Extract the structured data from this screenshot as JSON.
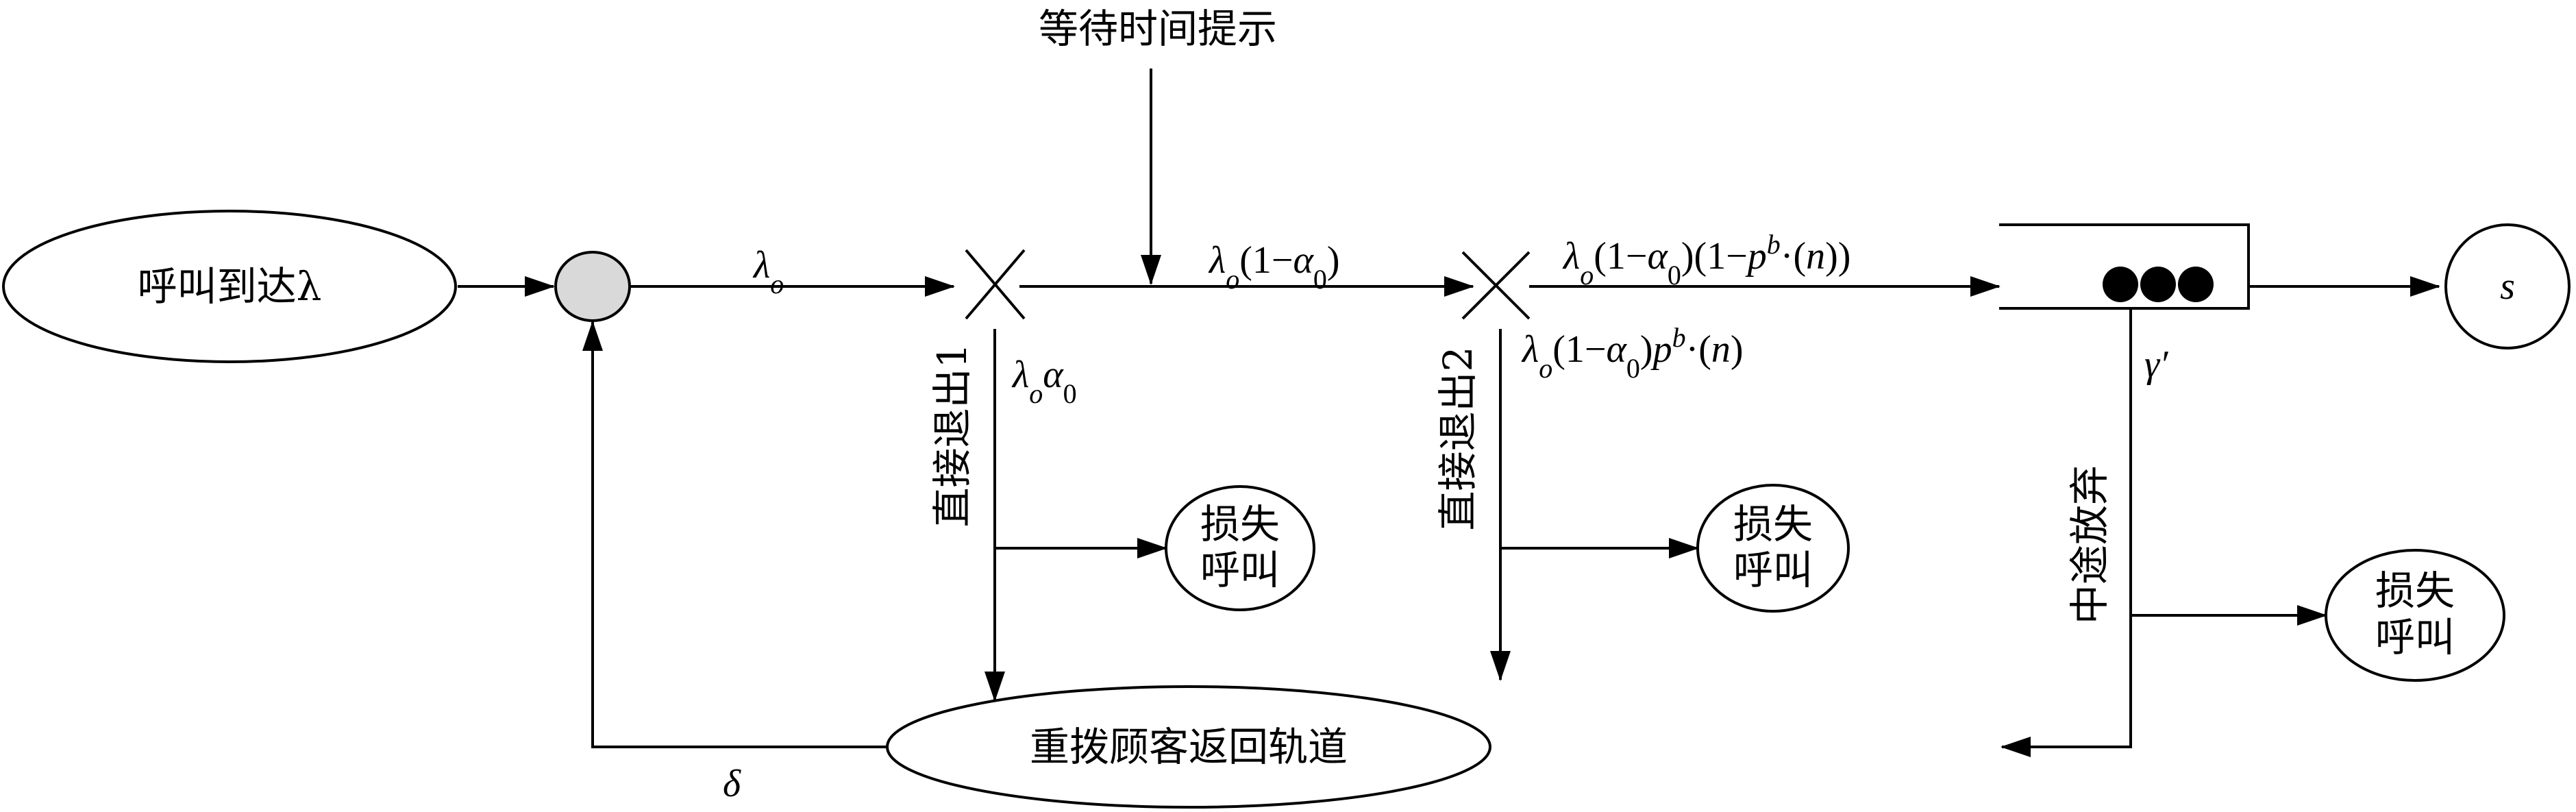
{
  "nodes": {
    "arrival": "呼叫到达λ",
    "server": "s",
    "orbit": "重拨顾客返回轨道",
    "lost1_line1": "损失",
    "lost1_line2": "呼叫",
    "lost2_line1": "损失",
    "lost2_line2": "呼叫",
    "lost3_line1": "损失",
    "lost3_line2": "呼叫"
  },
  "labels": {
    "wait_hint": "等待时间提示",
    "exit1": "直接退出1",
    "exit2": "直接退出2",
    "abandon": "中途放弃",
    "lambda_o": "λo",
    "flow_after_exit1": "λo(1−α0)",
    "flow_to_queue": "λo(1−α0)(1−pb·(n))",
    "exit1_rate": "λoα0",
    "exit2_rate": "λo(1−α0)pb·(n)",
    "abandon_rate": "γ′",
    "retry_rate": "δ"
  },
  "colors": {
    "line": "#000000",
    "merge_fill": "#d9d9d9",
    "queue_dot": "#000000"
  }
}
